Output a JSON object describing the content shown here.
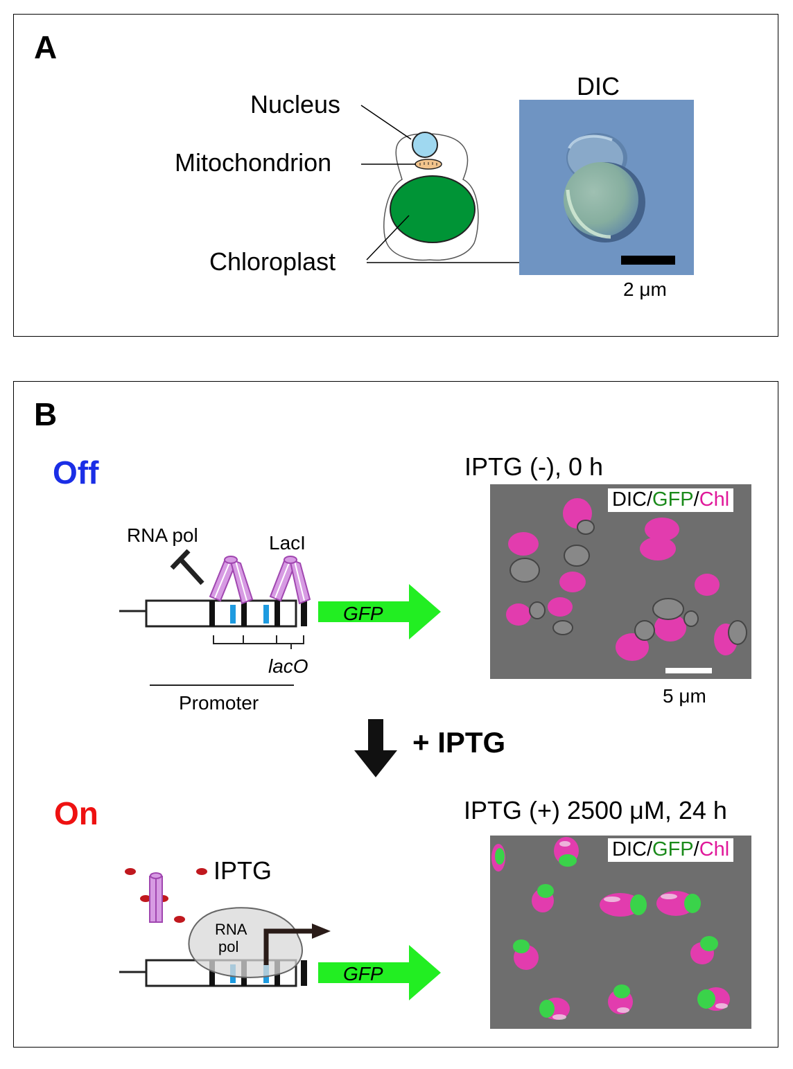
{
  "panel_a": {
    "letter": "A",
    "labels": {
      "nucleus": "Nucleus",
      "mitochondrion": "Mitochondrion",
      "chloroplast": "Chloroplast",
      "dic": "DIC",
      "scale": "2 μm"
    }
  },
  "panel_b": {
    "letter": "B",
    "off": {
      "state": "Off",
      "rna_pol": "RNA pol",
      "laci": "LacI",
      "gene": "GFP",
      "laco": "lacO",
      "promoter": "Promoter",
      "image_title": "IPTG (-), 0 h",
      "scale": "5 μm"
    },
    "arrow_label": "+ IPTG",
    "on": {
      "state": "On",
      "iptg": "IPTG",
      "rna_pol_line1": "RNA",
      "rna_pol_line2": "pol",
      "gene": "GFP",
      "image_title": "IPTG (+) 2500 μM, 24 h"
    },
    "overlay_legend": {
      "dic": "DIC",
      "sep": "/",
      "gfp": "GFP",
      "chl": "Chl"
    }
  },
  "colors": {
    "state_off": "#1a2ee6",
    "state_on": "#ee1111",
    "chloroplast": "#009436",
    "nucleus": "#9fd8f0",
    "mitochondrion": "#f2c48c",
    "gfp_arrow": "#22ee22",
    "laci": "#d79be3",
    "laco_box": "#1e9be0",
    "iptg_molecule": "#c0181e"
  }
}
